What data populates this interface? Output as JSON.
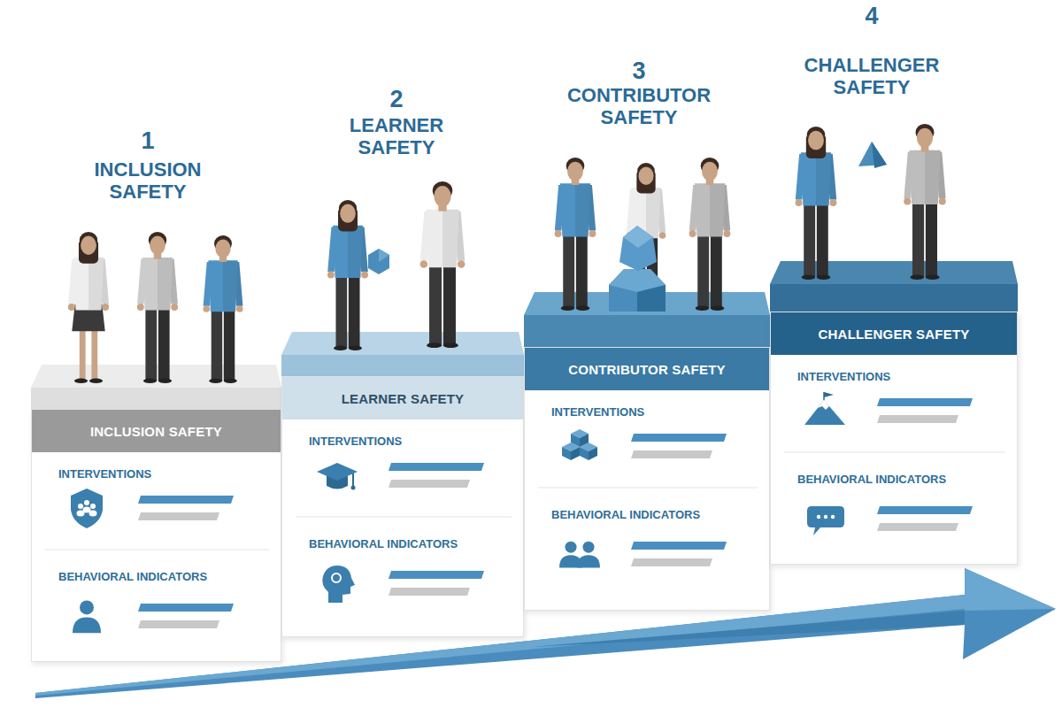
{
  "diagram": {
    "nodes": [
      {
        "text": [
          "INCLUSION SAFETY",
          "INTERVENTIONS",
          "BEHAVIORAL INDICATORS"
        ]
      },
      {
        "text": [
          "LEARNER SAFETY",
          "INTERVENTIONS",
          "BEHAVIORAL INDICATORS"
        ]
      },
      {
        "text": [
          "CONTRIBUTOR SAFETY",
          "INTERVENTIONS",
          "BEHAVIORAL INDICATORS"
        ]
      },
      {
        "text": [
          "CHALLENGER SAFETY",
          "INTERVENTIONS",
          "BEHAVIORAL INDICATORS"
        ]
      }
    ],
    "labels": [
      "1",
      "INCLUSION SAFETY",
      "2",
      "LEARNER SAFETY",
      "3",
      "CONTRIBUTOR SAFETY",
      "4",
      "CHALLENGER SAFETY"
    ]
  }
}
